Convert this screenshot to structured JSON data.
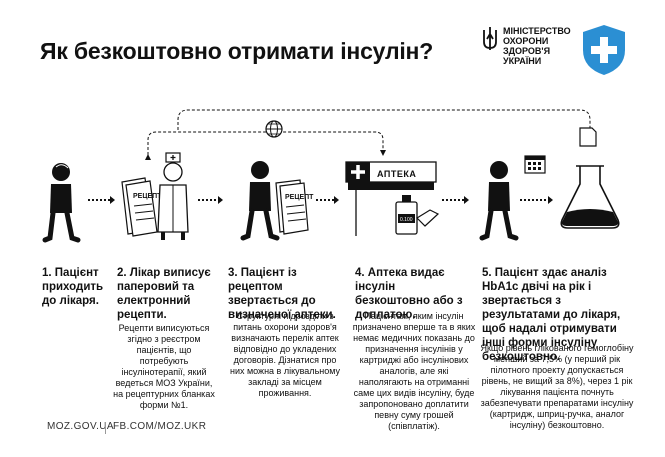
{
  "title": "Як безкоштовно отримати інсулін?",
  "ministry": {
    "line1": "Міністерство",
    "line2": "охорони",
    "line3": "здоров'я",
    "line4": "України"
  },
  "illustration": {
    "prescription_label_1": "РЕЦЕПТ",
    "prescription_label_2": "РЕЦЕПТ",
    "pharmacy_sign": "АПТЕКА",
    "vial_label": "0.100"
  },
  "steps": [
    {
      "title": "1. Пацієнт приходить до лікаря.",
      "description": ""
    },
    {
      "title": "2. Лікар виписує паперовий та електронний рецепти.",
      "description": "Рецепти виписуються згідно з реєстром пацієнтів, що потребують інсулінотерапії, який ведеться МОЗ України, на рецептурних бланках форми №1."
    },
    {
      "title": "3. Пацієнт із рецептом звертається до визначеної аптеки.",
      "description": "Структурні підрозділи з питань охорони здоров'я визначають перелік аптек відповідно до укладених договорів. Дізнатися про них можна в лікувальному закладі за місцем проживання."
    },
    {
      "title": "4. Аптека видає інсулін безкоштовно або з доплатою.",
      "description": "Пацієнтам, яким інсулін призначено вперше та в яких немає медичних показань до призначення інсулінів у картриджі або інсулінових аналогів, але які наполягають на отриманні саме цих видів інсуліну, буде запропоновано доплатити певну суму грошей (співплатіж)."
    },
    {
      "title": "5. Пацієнт здає аналіз HbA1c двічі на рік і звертається з результатами до лікаря, щоб надалі отримувати інші форми інсуліну безкоштовно.",
      "description": "Якщо рівень глікованого гемоглобіну менший за 7,5% (у перший рік пілотного проекту допускається рівень, не вищий за 8%), через 1 рік лікування пацієнта почнуть забезпечувати препаратами інсуліну (картридж, шприц-ручка, аналог інсуліну) безкоштовно."
    }
  ],
  "footer": {
    "site": "MOZ.GOV.UA",
    "facebook": "FB.COM/MOZ.UKR"
  }
}
